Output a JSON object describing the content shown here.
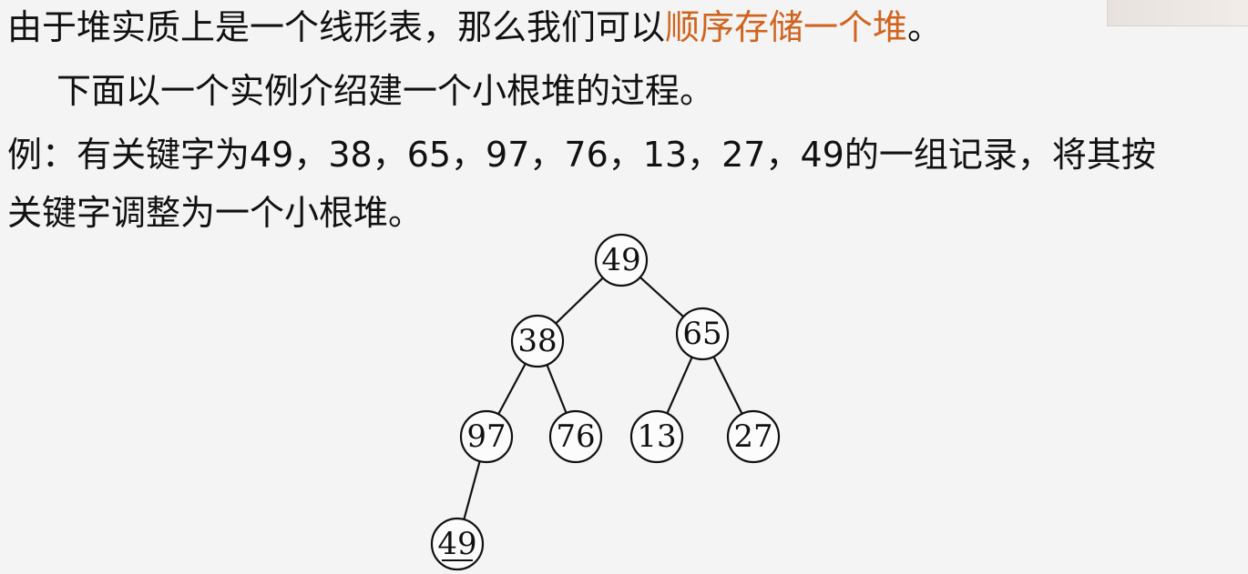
{
  "text": {
    "line1_normal": "由于堆实质上是一个线形表，那么我们可以",
    "line1_highlight": "顺序存储一个堆",
    "line1_end": "。",
    "line2": "下面以一个实例介绍建一个小根堆的过程。",
    "line3": "例：有关键字为49，38，65，97，76，13，27，49的一组记录，将其按",
    "line4": "关键字调整为一个小根堆。"
  },
  "colors": {
    "highlight": "#d0641e"
  },
  "tree": {
    "nodes": [
      {
        "id": "n0",
        "label": "49"
      },
      {
        "id": "n1",
        "label": "38"
      },
      {
        "id": "n2",
        "label": "65"
      },
      {
        "id": "n3",
        "label": "97"
      },
      {
        "id": "n4",
        "label": "76"
      },
      {
        "id": "n5",
        "label": "13"
      },
      {
        "id": "n6",
        "label": "27"
      },
      {
        "id": "n7",
        "label": "49",
        "underlined": true
      }
    ],
    "edges": [
      [
        "n0",
        "n1"
      ],
      [
        "n0",
        "n2"
      ],
      [
        "n1",
        "n3"
      ],
      [
        "n1",
        "n4"
      ],
      [
        "n2",
        "n5"
      ],
      [
        "n2",
        "n6"
      ],
      [
        "n3",
        "n7"
      ]
    ]
  }
}
